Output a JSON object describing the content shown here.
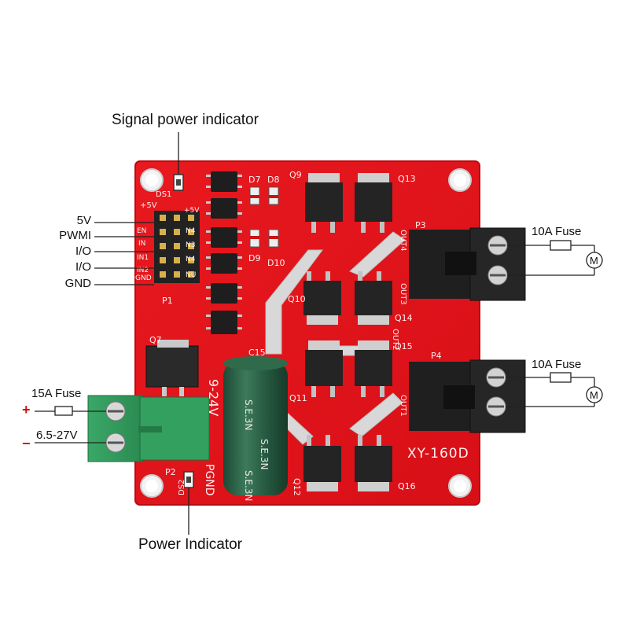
{
  "callouts": {
    "signal_power_indicator": "Signal power indicator",
    "power_indicator": "Power Indicator"
  },
  "pin_labels": [
    "5V",
    "PWMI",
    "I/O",
    "I/O",
    "GND"
  ],
  "power_input": {
    "fuse": "15A Fuse",
    "voltage": "6.5-27V",
    "plus": "+",
    "minus": "−"
  },
  "outputs": {
    "fuse_top": "10A Fuse",
    "fuse_bottom": "10A Fuse",
    "motor_symbol": "M"
  },
  "board": {
    "model": "XY-160D",
    "silk_voltage": "9-24V",
    "silk_pgnd": "PGND",
    "silk_5v": "+5V",
    "silk_p1": "P1",
    "silk_p2": "P2",
    "silk_ds1": "DS1",
    "silk_ds2": "DS2",
    "silk_p3": "P3",
    "silk_p4": "P4",
    "silk_q7": "Q7",
    "silk_q9": "Q9",
    "silk_q10": "Q10",
    "silk_q11": "Q11",
    "silk_q12": "Q12",
    "silk_q13": "Q13",
    "silk_q14": "Q14",
    "silk_q15": "Q15",
    "silk_q16": "Q16",
    "silk_d7": "D7",
    "silk_d8": "D8",
    "silk_d9": "D9",
    "silk_d10": "D10",
    "silk_c15": "C15",
    "silk_out1": "OUT1",
    "silk_out2": "OUT2",
    "silk_out3": "OUT3",
    "silk_out4": "OUT4",
    "header_left": [
      "EN",
      "IN",
      "IN1",
      "IN2",
      "GND"
    ],
    "header_right": [
      "+5V",
      "N4",
      "N3",
      "N4",
      "NU"
    ],
    "cap_text": "S.E.3N"
  },
  "colors": {
    "pcb": "#e0141c",
    "terminal_green": "#2e9a5a",
    "terminal_black": "#1c1c1c"
  }
}
